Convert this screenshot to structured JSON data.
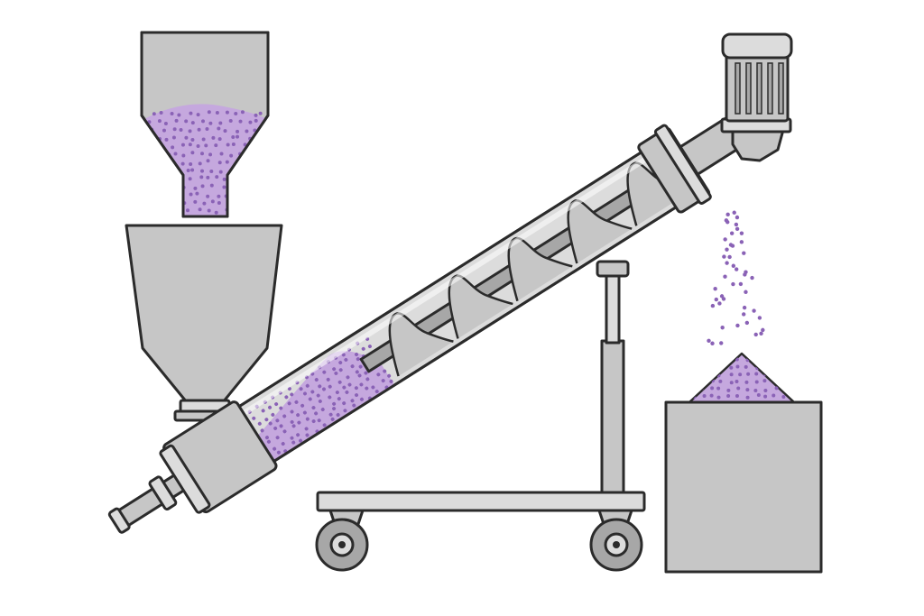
{
  "colors": {
    "background": "#ffffff",
    "outline": "#2b2b2b",
    "metal": "#c6c6c6",
    "metal_dark": "#a7a7a7",
    "metal_light": "#dcdcdc",
    "powder": "#c5a8de",
    "grain": "#8a62b6"
  },
  "components": {
    "feed_hopper": {
      "icon": "upper-feed-hopper-icon",
      "contents": "powder"
    },
    "receiving_hopper": {
      "icon": "lower-receiving-hopper-icon"
    },
    "screw_conveyor": {
      "icon": "inclined-screw-conveyor-icon",
      "flight_count": 5
    },
    "motor": {
      "icon": "drive-motor-icon",
      "fin_count": 5
    },
    "support_cart": {
      "icon": "wheeled-support-cart-icon",
      "wheel_count": 2
    },
    "discharge_stream": {
      "icon": "falling-powder-stream-icon"
    },
    "collection_bin": {
      "icon": "collection-bin-icon",
      "contents": "powder pile"
    }
  }
}
